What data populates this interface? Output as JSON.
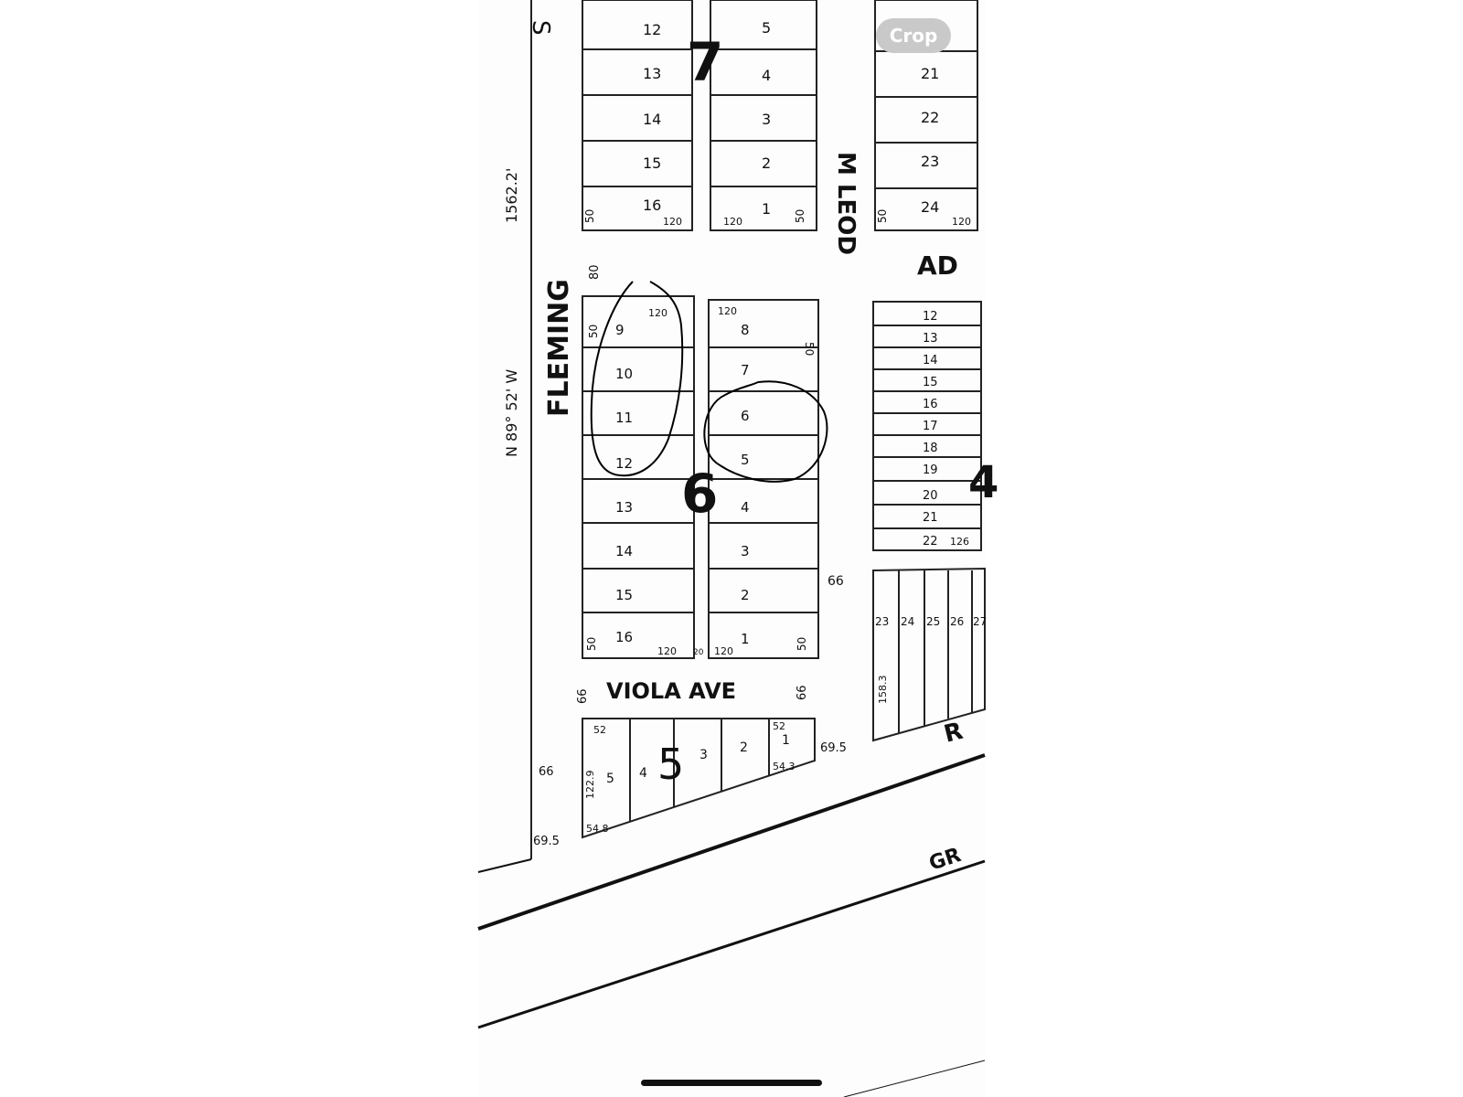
{
  "toolbar": {
    "crop_label": "Crop"
  },
  "map": {
    "streets": {
      "fleming": "FLEMING",
      "fleming_top_partial": "S",
      "mcleod": "M LEOD",
      "adams_partial": "AD",
      "viola": "VIOLA AVE",
      "bottom_right_partial": "R",
      "gr_partial": "GR"
    },
    "bearing": "N 89° 52' W",
    "distance": "1562.2'",
    "blocks": [
      {
        "number": "7"
      },
      {
        "number": "6"
      },
      {
        "number": "5"
      },
      {
        "number": "4"
      }
    ],
    "block7_left_lots": [
      "12",
      "13",
      "14",
      "15",
      "16"
    ],
    "block7_right_lots": [
      "5",
      "4",
      "3",
      "2",
      "1"
    ],
    "block6_left_lots": [
      "9",
      "10",
      "11",
      "12",
      "13",
      "14",
      "15",
      "16"
    ],
    "block6_right_lots": [
      "8",
      "7",
      "6",
      "5",
      "4",
      "3",
      "2",
      "1"
    ],
    "block_right_upper_lots": [
      "21",
      "22",
      "23",
      "24"
    ],
    "block4_lots": [
      "12",
      "13",
      "14",
      "15",
      "16",
      "17",
      "18",
      "19",
      "20",
      "21",
      "22"
    ],
    "block_lower_right_lots": [
      "23",
      "24",
      "25",
      "26",
      "27"
    ],
    "block5_lots": [
      "5",
      "4",
      "3",
      "2",
      "1"
    ],
    "dimensions": {
      "d50": "50",
      "d80": "80",
      "d120": "120",
      "d126": "126",
      "d20": "20",
      "d66": "66",
      "d69_5": "69.5",
      "d52": "52",
      "d54_8": "54.8",
      "d122_9": "122.9",
      "d158_3": "158.3",
      "d54_3": "54.3"
    },
    "annotations": [
      "circle-lots-9-12",
      "circle-lots-5-6"
    ]
  }
}
